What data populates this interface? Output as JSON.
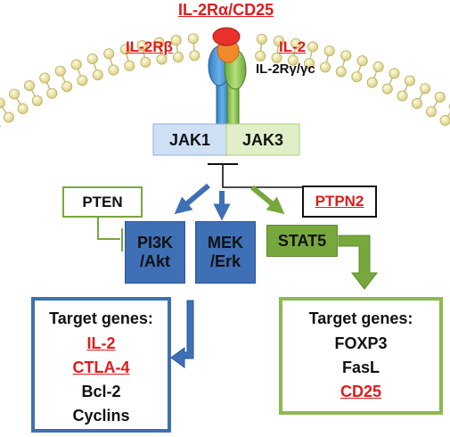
{
  "receptor_labels": {
    "alpha": "IL-2Rα/CD25",
    "beta": "IL-2Rβ",
    "il2": "IL-2",
    "gamma": "IL-2Rγ/γc"
  },
  "kinases": {
    "jak1": "JAK1",
    "jak3": "JAK3"
  },
  "regulators": {
    "pten": "PTEN",
    "ptpn2": "PTPN2"
  },
  "pathways": {
    "pi3k_line1": "PI3K",
    "pi3k_line2": "/Akt",
    "mek_line1": "MEK",
    "mek_line2": "/Erk",
    "stat5": "STAT5"
  },
  "target_left": {
    "header": "Target genes:",
    "genes": [
      {
        "name": "IL-2",
        "highlight": true
      },
      {
        "name": "CTLA-4",
        "highlight": true
      },
      {
        "name": "Bcl-2",
        "highlight": false
      },
      {
        "name": "Cyclins",
        "highlight": false
      }
    ]
  },
  "target_right": {
    "header": "Target genes:",
    "genes": [
      {
        "name": "FOXP3",
        "highlight": false
      },
      {
        "name": "FasL",
        "highlight": false
      },
      {
        "name": "CD25",
        "highlight": true
      }
    ]
  },
  "colors": {
    "highlight_text": "#e01b1b",
    "blue_pathway": "#3f6fb5",
    "green_pathway": "#77a83d",
    "jak1_fill": "#cfe0f5",
    "jak3_fill": "#e1efc8",
    "membrane_head": "#f2eab0"
  }
}
